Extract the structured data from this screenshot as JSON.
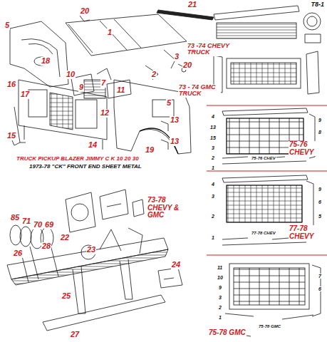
{
  "diagram": {
    "labels": [
      "T8-1",
      "21",
      "20",
      "5",
      "1",
      "18",
      "3",
      "20",
      "10",
      "2",
      "7",
      "9",
      "11",
      "16",
      "17",
      "12",
      "5",
      "13",
      "13",
      "14",
      "15",
      "19",
      "TRUCK PICKUP BLAZER JIMMY C K 10 20 30",
      "1973-78 \"CK\" FRONT END SHEET METAL",
      "73 -74 CHEVY TRUCK",
      "73 - 74 GMC TRUCK",
      "75-76 CHEVY",
      "75-76 CHEV",
      "77-78 CHEVY",
      "77-78 CHEV",
      "75-78 GMC",
      "75-78 GMC",
      "73-78 CHEVY & GMC",
      "85",
      "71",
      "70",
      "69",
      "22",
      "28",
      "26",
      "23",
      "24",
      "25",
      "27",
      "4",
      "13",
      "15",
      "3",
      "2",
      "1",
      "9",
      "8",
      "4",
      "3",
      "2",
      "1",
      "9",
      "6",
      "5",
      "11",
      "10",
      "9",
      "3",
      "2",
      "1",
      "7",
      "6"
    ]
  }
}
